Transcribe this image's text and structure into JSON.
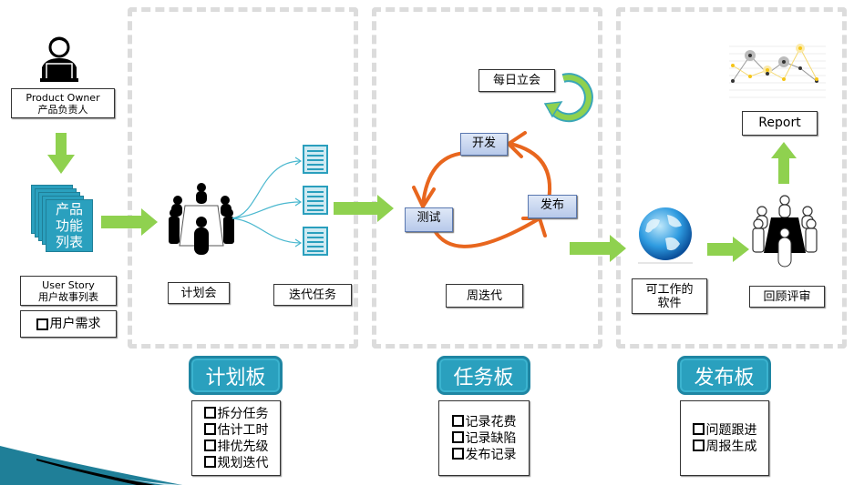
{
  "left_column": {
    "product_owner": {
      "line1": "Product Owner",
      "line2": "产品负责人"
    },
    "backlog_card": {
      "line1": "产品",
      "line2": "功能",
      "line3": "列表"
    },
    "user_story": {
      "line1": "User Story",
      "line2": "用户故事列表"
    },
    "requirement": "用户需求"
  },
  "planning_section": {
    "meeting_label": "计划会",
    "tasks_label": "迭代任务",
    "board": {
      "title": "计划板",
      "items": [
        "拆分任务",
        "估计工时",
        "排优先级",
        "规划迭代"
      ]
    }
  },
  "iteration_section": {
    "daily_standup": "每日立会",
    "cycle": {
      "develop": "开发",
      "test": "测试",
      "release": "发布"
    },
    "iteration_label": "周迭代",
    "board": {
      "title": "任务板",
      "items": [
        "记录花费",
        "记录缺陷",
        "发布记录"
      ]
    }
  },
  "release_section": {
    "software": {
      "line1": "可工作的",
      "line2": "软件"
    },
    "review_label": "回顾评审",
    "report_label": "Report",
    "board": {
      "title": "发布板",
      "items": [
        "问题跟进",
        "周报生成"
      ]
    }
  },
  "colors": {
    "arrow_green": "#8fd14f",
    "teal": "#2aa0be",
    "cycle_orange": "#e8661e",
    "dash_gray": "#dcdcdc"
  }
}
